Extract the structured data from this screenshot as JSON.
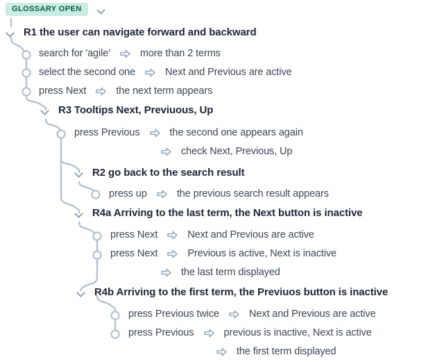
{
  "header": {
    "badge_label": "GLOSSARY OPEN",
    "collapse_icon": "chevron-down-icon"
  },
  "colors": {
    "badge_bg": "#c9ece3",
    "badge_text": "#0c5a43",
    "heading_text": "#1c2436",
    "body_text": "#3b4554",
    "connector": "#b4c2d0",
    "arrow": "#93a6bb",
    "page_bg": "#ffffff"
  },
  "icons": {
    "chevron": "chevron-down-icon",
    "arrow": "right-arrow-outline-icon",
    "node": "tree-node-circle-icon"
  },
  "tree": {
    "rows": [
      {
        "kind": "heading",
        "label": "R1 the user can navigate forward and backward"
      },
      {
        "kind": "step",
        "action": "search for 'agile'",
        "result": "more than 2 terms"
      },
      {
        "kind": "step",
        "action": "select the second one",
        "result": "Next and Previous are active"
      },
      {
        "kind": "step",
        "action": "press Next",
        "result": "the next term appears"
      },
      {
        "kind": "heading",
        "label": "R3 Tooltips Next, Previuous, Up"
      },
      {
        "kind": "step",
        "action": "press Previous",
        "result": "the second one appears again"
      },
      {
        "kind": "result-only",
        "action": "",
        "result": "check Next, Previous, Up"
      },
      {
        "kind": "heading",
        "label": "R2 go back to the search result"
      },
      {
        "kind": "step",
        "action": "press up",
        "result": "the previous search result appears"
      },
      {
        "kind": "heading",
        "label": "R4a Arriving to the last term, the Next button is inactive"
      },
      {
        "kind": "step",
        "action": "press Next",
        "result": "Next and Previous are active"
      },
      {
        "kind": "step",
        "action": "press Next",
        "result": "Previous is active, Next is inactive"
      },
      {
        "kind": "result-only",
        "action": "",
        "result": "the last term displayed"
      },
      {
        "kind": "heading",
        "label": "R4b Arriving to the first term, the Previuos button is inactive"
      },
      {
        "kind": "step",
        "action": "press Previous twice",
        "result": "Next and Previous are active"
      },
      {
        "kind": "step",
        "action": "press Previous",
        "result": "previous is inactive, Next is active"
      },
      {
        "kind": "result-only",
        "action": "",
        "result": "the first term displayed"
      }
    ]
  }
}
